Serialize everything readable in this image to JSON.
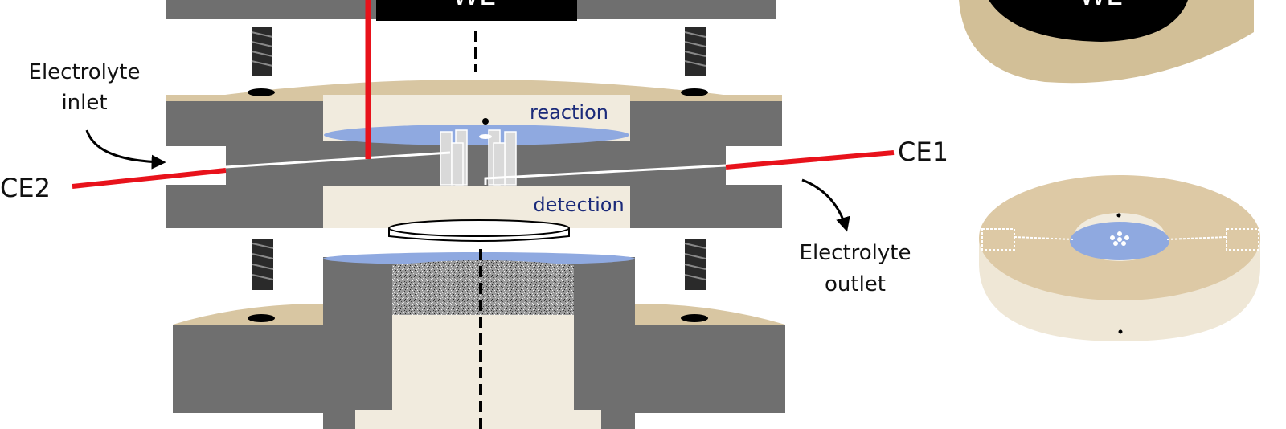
{
  "labels": {
    "we_top": "WE",
    "we_right": "WE",
    "reaction": "reaction",
    "detection": "detection",
    "ce1": "CE1",
    "ce2": "CE2",
    "inlet_line1": "Electrolyte",
    "inlet_line2": "inlet",
    "outlet_line1": "Electrolyte",
    "outlet_line2": "outlet"
  },
  "colors": {
    "cell_body": "#6f6f6f",
    "beige": "#d8c6a2",
    "cream": "#f1ebde",
    "electrolyte": "#8fa9e0",
    "wire": "#e8121b",
    "black": "#000000"
  }
}
